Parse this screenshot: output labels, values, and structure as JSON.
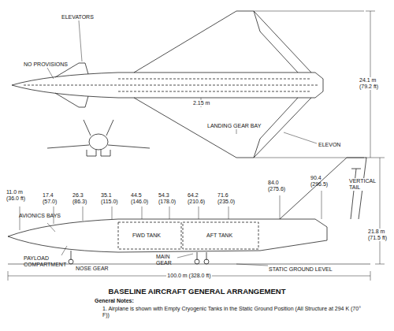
{
  "diagram": {
    "title": "BASELINE AIRCRAFT GENERAL ARRANGEMENT",
    "labels": [
      "ELEVATORS",
      "NO PROVISIONS",
      "2.15 m",
      "LANDING GEAR BAY",
      "ELEVON",
      "24.1 m (79.2 ft)",
      "11.0 m (36.0 ft)",
      "17.4 (57.0)",
      "26.3 (86.3)",
      "35.1 (115.0)",
      "44.5 (146.0)",
      "54.3 (178.0)",
      "64.2 (210.6)",
      "71.6 (235.0)",
      "84.0 (275.6)",
      "90.4 (296.5)",
      "AVIONICS BAYS",
      "FWD TANK",
      "AFT TANK",
      "PAYLOAD COMPARTMENT",
      "NOSE GEAR",
      "MAIN GEAR",
      "STATIC GROUND LEVEL",
      "VERTICAL TAIL",
      "21.8 m (71.5 ft)",
      "100.0 m (328.0 ft)",
      "General Notes:",
      "1. Airplane is shown with Empty Cryogenic Tanks in the Static Ground Position (All Structure at 294 K (70° F))"
    ]
  }
}
